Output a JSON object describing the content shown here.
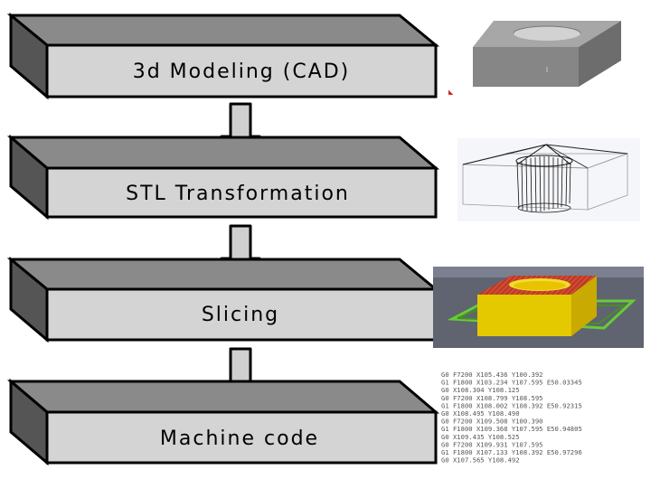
{
  "steps": [
    {
      "label": "3d Modeling (CAD)"
    },
    {
      "label": "STL Transformation"
    },
    {
      "label": "Slicing"
    },
    {
      "label": "Machine code"
    }
  ],
  "images": {
    "cad": "cad-block-render",
    "stl": "stl-wireframe-render",
    "slicing": "sliced-model-render",
    "gcode": "gcode-listing"
  },
  "gcode_lines": [
    "G0 F7200 X105.436 Y100.392",
    "G1 F1800 X103.234 Y107.595 E50.03345",
    "G0 X108.304 Y108.125",
    "G0 F7200 X108.799 Y108.595",
    "G1 F1800 X108.002 Y108.392 E50.92315",
    "G0 X108.495 Y108.490",
    "G0 F7200 X109.508 Y100.390",
    "G1 F1800 X109.368 Y107.595 E50.94805",
    "G0 X109.435 Y108.525",
    "G0 F7200 X109.931 Y107.595",
    "G1 F1800 X107.133 Y108.392 E50.97296",
    "G0 X107.565 Y108.492"
  ],
  "colors": {
    "box_front": "#d4d4d4",
    "box_top": "#8a8a8a",
    "box_side": "#555555",
    "arrow": "#cfcfcf",
    "slice_yellow": "#e4c800",
    "slice_red": "#c0392b",
    "slice_green": "#66cc33",
    "slice_bg": "#5f6470"
  }
}
